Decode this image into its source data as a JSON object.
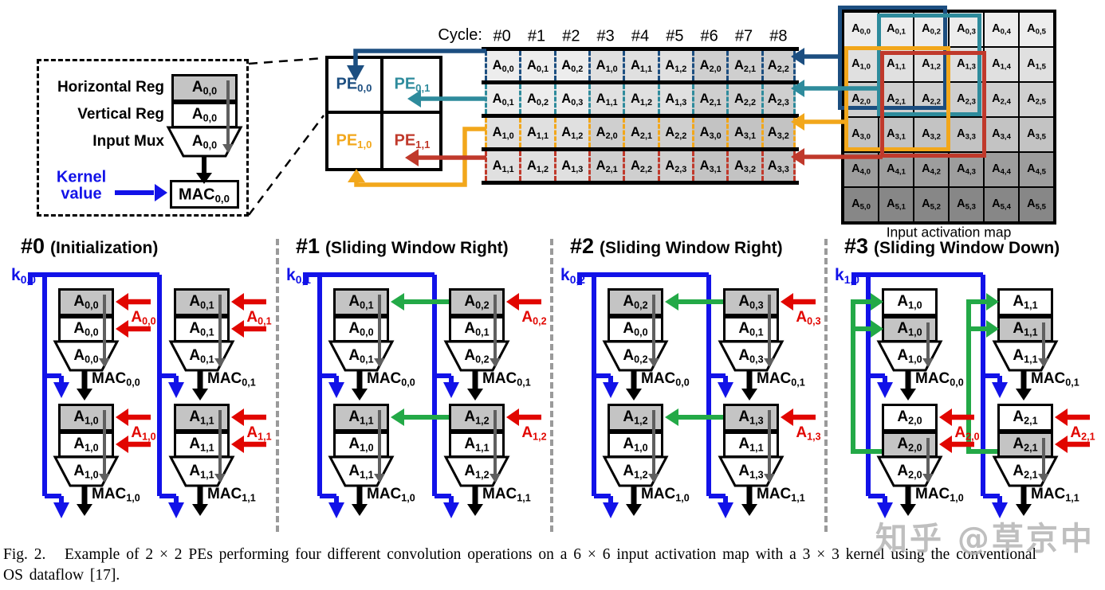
{
  "colors": {
    "pe00_blue": "#1C4E80",
    "pe01_teal": "#2E8B9C",
    "pe10_orange": "#F2A71B",
    "pe11_red": "#C0392B",
    "kernel_blue": "#1212E8",
    "input_red": "#E10600",
    "shift_green": "#23A947",
    "reg_gray": "#C4C4C4"
  },
  "legend": {
    "rows": [
      {
        "label": "Horizontal Reg",
        "value": "A0,0",
        "shaded": true
      },
      {
        "label": "Vertical Reg",
        "value": "A0,0",
        "shaded": false
      },
      {
        "label": "Input Mux",
        "value": "A0,0",
        "shaded": false
      }
    ],
    "kernel_line1": "Kernel",
    "kernel_line2": "value",
    "mac": "MAC0,0"
  },
  "pe_grid": {
    "cells": [
      {
        "label": "PE0,0",
        "color": "#1C4E80"
      },
      {
        "label": "PE0,1",
        "color": "#2E8B9C"
      },
      {
        "label": "PE1,0",
        "color": "#F2A71B"
      },
      {
        "label": "PE1,1",
        "color": "#C0392B"
      }
    ]
  },
  "cycle_table": {
    "header": "Cycle:",
    "cycles": [
      "#0",
      "#1",
      "#2",
      "#3",
      "#4",
      "#5",
      "#6",
      "#7",
      "#8"
    ],
    "rows": [
      {
        "pe": "PE0,0",
        "color": "#1C4E80",
        "cells": [
          "A0,0",
          "A0,1",
          "A0,2",
          "A1,0",
          "A1,1",
          "A1,2",
          "A2,0",
          "A2,1",
          "A2,2"
        ]
      },
      {
        "pe": "PE0,1",
        "color": "#2E8B9C",
        "cells": [
          "A0,1",
          "A0,2",
          "A0,3",
          "A1,1",
          "A1,2",
          "A1,3",
          "A2,1",
          "A2,2",
          "A2,3"
        ]
      },
      {
        "pe": "PE1,0",
        "color": "#F2A71B",
        "cells": [
          "A1,0",
          "A1,1",
          "A1,2",
          "A2,0",
          "A2,1",
          "A2,2",
          "A3,0",
          "A3,1",
          "A3,2"
        ]
      },
      {
        "pe": "PE1,1",
        "color": "#C0392B",
        "cells": [
          "A1,1",
          "A1,2",
          "A1,3",
          "A2,1",
          "A2,2",
          "A2,3",
          "A3,1",
          "A3,2",
          "A3,3"
        ]
      }
    ]
  },
  "activation_map": {
    "label": "Input activation map",
    "row_shades": [
      "#EDEDED",
      "#E0E0E0",
      "#CFCFCF",
      "#C3C3C3",
      "#9D9D9D",
      "#878787"
    ],
    "cells": [
      [
        "A0,0",
        "A0,1",
        "A0,2",
        "A0,3",
        "A0,4",
        "A0,5"
      ],
      [
        "A1,0",
        "A1,1",
        "A1,2",
        "A1,3",
        "A1,4",
        "A1,5"
      ],
      [
        "A2,0",
        "A2,1",
        "A2,2",
        "A2,3",
        "A2,4",
        "A2,5"
      ],
      [
        "A3,0",
        "A3,1",
        "A3,2",
        "A3,3",
        "A3,4",
        "A3,5"
      ],
      [
        "A4,0",
        "A4,1",
        "A4,2",
        "A4,3",
        "A4,4",
        "A4,5"
      ],
      [
        "A5,0",
        "A5,1",
        "A5,2",
        "A5,3",
        "A5,4",
        "A5,5"
      ]
    ],
    "windows": [
      {
        "pe": "PE0,0",
        "color": "#1C4E80",
        "row": 0,
        "col": 0
      },
      {
        "pe": "PE0,1",
        "color": "#2E8B9C",
        "row": 0,
        "col": 1
      },
      {
        "pe": "PE1,0",
        "color": "#F2A71B",
        "row": 1,
        "col": 0
      },
      {
        "pe": "PE1,1",
        "color": "#C0392B",
        "row": 1,
        "col": 1
      }
    ]
  },
  "panels": [
    {
      "id": "#0",
      "title": "(Initialization)",
      "kernel": "k0,0",
      "mode": "init",
      "pes": [
        {
          "h": "A0,0",
          "v": "A0,0",
          "m": "A0,0",
          "shaded": "h",
          "mac": "MAC0,0",
          "red": "double",
          "red_label": "A0,0"
        },
        {
          "h": "A0,1",
          "v": "A0,1",
          "m": "A0,1",
          "shaded": "h",
          "mac": "MAC0,1",
          "red": "double",
          "red_label": "A0,1"
        },
        {
          "h": "A1,0",
          "v": "A1,0",
          "m": "A1,0",
          "shaded": "h",
          "mac": "MAC1,0",
          "red": "double",
          "red_label": "A1,0"
        },
        {
          "h": "A1,1",
          "v": "A1,1",
          "m": "A1,1",
          "shaded": "h",
          "mac": "MAC1,1",
          "red": "double",
          "red_label": "A1,1"
        }
      ]
    },
    {
      "id": "#1",
      "title": "(Sliding Window Right)",
      "kernel": "k0,1",
      "mode": "right",
      "pes": [
        {
          "h": "A0,1",
          "v": "A0,0",
          "m": "A0,1",
          "shaded": "h",
          "mac": "MAC0,0"
        },
        {
          "h": "A0,2",
          "v": "A0,1",
          "m": "A0,2",
          "shaded": "h",
          "mac": "MAC0,1",
          "red": "single",
          "red_label": "A0,2"
        },
        {
          "h": "A1,1",
          "v": "A1,0",
          "m": "A1,1",
          "shaded": "h",
          "mac": "MAC1,0"
        },
        {
          "h": "A1,2",
          "v": "A1,1",
          "m": "A1,2",
          "shaded": "h",
          "mac": "MAC1,1",
          "red": "single",
          "red_label": "A1,2"
        }
      ]
    },
    {
      "id": "#2",
      "title": "(Sliding Window Right)",
      "kernel": "k0,2",
      "mode": "right",
      "pes": [
        {
          "h": "A0,2",
          "v": "A0,0",
          "m": "A0,2",
          "shaded": "h",
          "mac": "MAC0,0"
        },
        {
          "h": "A0,3",
          "v": "A0,1",
          "m": "A0,3",
          "shaded": "h",
          "mac": "MAC0,1",
          "red": "single",
          "red_label": "A0,3"
        },
        {
          "h": "A1,2",
          "v": "A1,0",
          "m": "A1,2",
          "shaded": "h",
          "mac": "MAC1,0"
        },
        {
          "h": "A1,3",
          "v": "A1,1",
          "m": "A1,3",
          "shaded": "h",
          "mac": "MAC1,1",
          "red": "single",
          "red_label": "A1,3"
        }
      ]
    },
    {
      "id": "#3",
      "title": "(Sliding Window Down)",
      "kernel": "k1,0",
      "mode": "down",
      "pes": [
        {
          "h": "A1,0",
          "v": "A1,0",
          "m": "A1,0",
          "shaded": "v",
          "mac": "MAC0,0"
        },
        {
          "h": "A1,1",
          "v": "A1,1",
          "m": "A1,1",
          "shaded": "v",
          "mac": "MAC0,1"
        },
        {
          "h": "A2,0",
          "v": "A2,0",
          "m": "A2,0",
          "shaded": "v",
          "mac": "MAC1,0",
          "red": "double",
          "red_label": "A2,0"
        },
        {
          "h": "A2,1",
          "v": "A2,1",
          "m": "A2,1",
          "shaded": "v",
          "mac": "MAC1,1",
          "red": "double",
          "red_label": "A2,1"
        }
      ]
    }
  ],
  "caption": {
    "line1": "Fig. 2.   Example of 2 × 2 PEs performing four different convolution operations on a 6 × 6 input activation map with a 3 × 3 kernel using the conventional",
    "line2": "OS dataflow [17]."
  },
  "watermark": "知乎 @草京中"
}
